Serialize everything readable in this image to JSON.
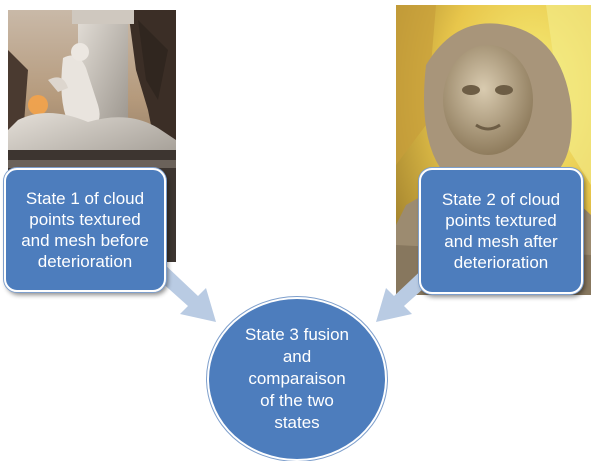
{
  "nodes": {
    "state1": {
      "label": "State 1 of  cloud\npoints textured\nand mesh before\ndeterioration"
    },
    "state2": {
      "label": "State 2 of cloud\npoints textured\nand mesh after\ndeterioration"
    },
    "state3": {
      "label": "State 3 fusion\nand\ncomparaison\nof the two\nstates"
    }
  },
  "colors": {
    "node_fill": "#4d7dbd",
    "node_border": "#ffffff",
    "arrow_fill": "#b9cbe3"
  },
  "images": {
    "left": "statue-photo-before",
    "right": "statue-photo-after"
  }
}
